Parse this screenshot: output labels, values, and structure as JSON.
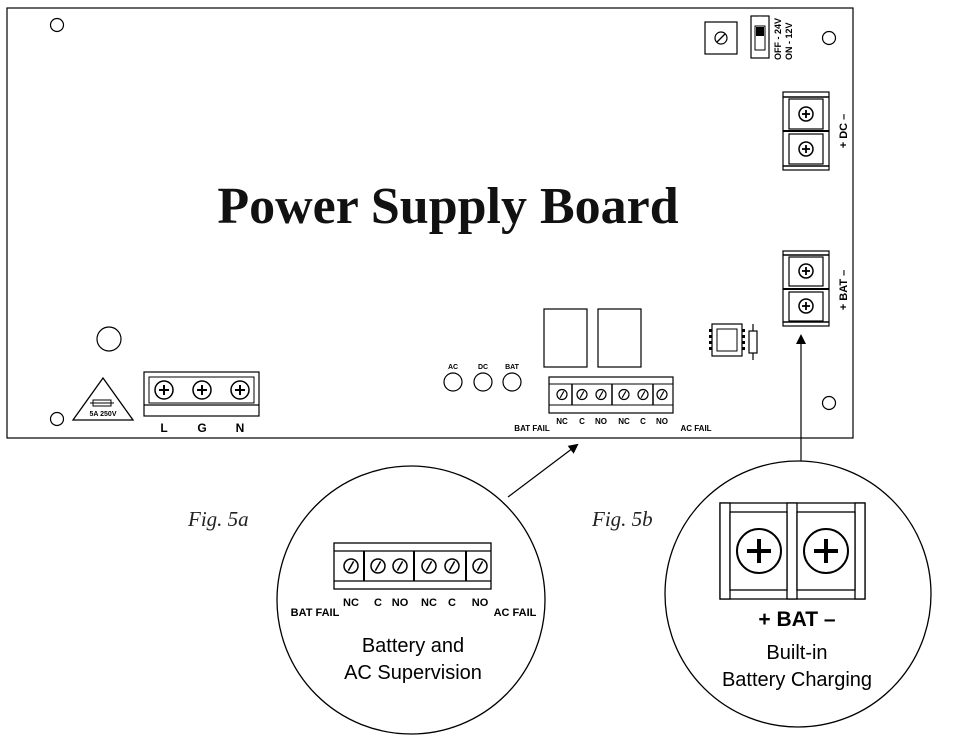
{
  "board_title": "Power Supply Board",
  "fuse_label": "5A 250V",
  "ac_input_terminals": [
    "L",
    "G",
    "N"
  ],
  "led_labels": [
    "AC",
    "DC",
    "BAT"
  ],
  "relay_terminals": [
    "NC",
    "C",
    "NO",
    "NC",
    "C",
    "NO"
  ],
  "relay_left_label": "BAT FAIL",
  "relay_right_label": "AC FAIL",
  "dc_terminal_label": "+ DC –",
  "bat_terminal_label": "+ BAT –",
  "voltage_switch": {
    "line1": "OFF - 24V",
    "line2": "ON - 12V",
    "mark": "ON"
  },
  "fig_a": {
    "caption": "Fig. 5a",
    "left_label": "BAT FAIL",
    "right_label": "AC FAIL",
    "terminals": [
      "NC",
      "C",
      "NO",
      "NC",
      "C",
      "NO"
    ],
    "text_line1": "Battery and",
    "text_line2": "AC Supervision"
  },
  "fig_b": {
    "caption": "Fig. 5b",
    "terminal_label": "+ BAT –",
    "text_line1": "Built-in",
    "text_line2": "Battery Charging"
  }
}
